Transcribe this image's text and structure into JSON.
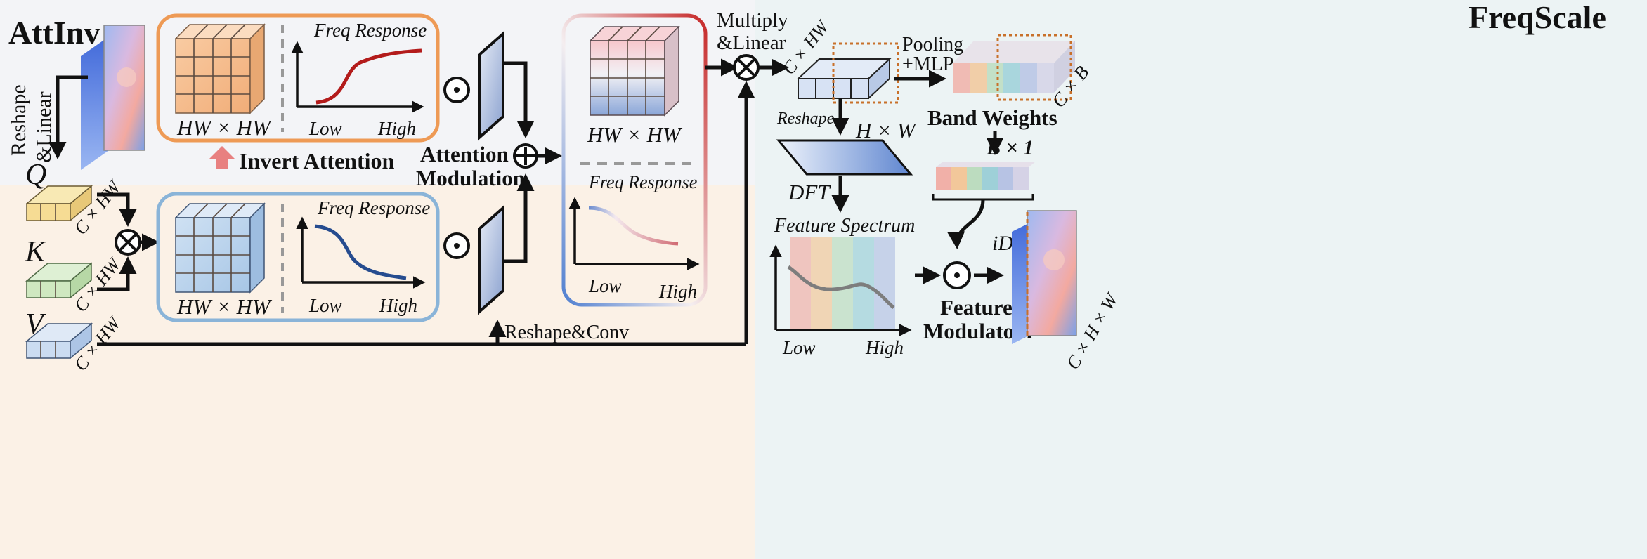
{
  "titles": {
    "attinv": "AttInv",
    "freqscale": "FreqScale"
  },
  "labels": {
    "reshape": "Reshape",
    "linear": "&Linear",
    "q": "Q",
    "k": "K",
    "v": "V",
    "chw": "C × HW",
    "hwhw": "HW × HW",
    "freq_response": "Freq Response",
    "low": "Low",
    "high": "High",
    "invert_attention": "Invert Attention",
    "attention": "Attention",
    "modulation": "Modulation",
    "reshape_conv": "Reshape&Conv",
    "multiply": "Multiply",
    "pooling": "Pooling",
    "mlp": "+MLP",
    "cxb": "C × B",
    "band_weights": "Band Weights",
    "b1": "B × 1",
    "hxw": "H × W",
    "reshape_right": "Reshape",
    "dft": "DFT",
    "feature_spectrum": "Feature Spectrum",
    "idft": "iDFT",
    "feature": "Feature",
    "modulatoin": "Modulatoin",
    "chxw": "C × H × W"
  },
  "colors": {
    "panel_top": "#f3f4f7",
    "panel_bottom": "#fbf1e6",
    "panel_right": "#ecf3f4",
    "orange_box": "#ee9a55",
    "blue_box": "#8ab4d8",
    "curve_red": "#b31b1b",
    "curve_blue": "#264c8f",
    "dot_orange": "#c8702a"
  },
  "icons": [
    "circle-dot-icon",
    "circle-plus-icon",
    "circle-times-icon",
    "up-arrow-icon"
  ]
}
